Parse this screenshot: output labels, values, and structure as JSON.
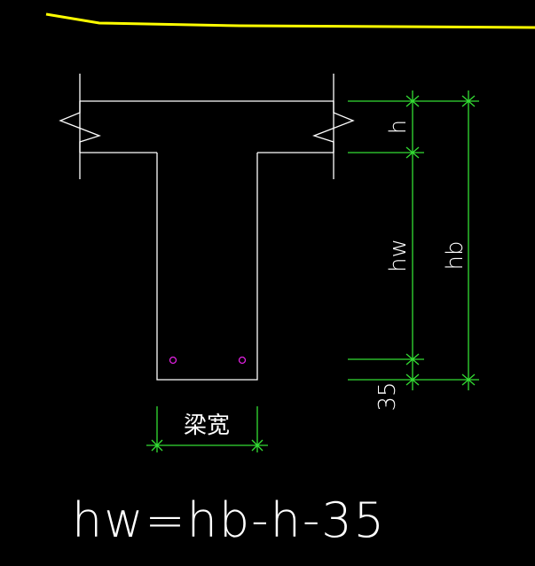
{
  "labels": {
    "h": "h",
    "hw": "hw",
    "hb": "hb",
    "cover": "35",
    "beam_width": "梁宽",
    "formula": "hw=hb-h-35"
  },
  "colors": {
    "background": "#000000",
    "section_outline": "#ffffff",
    "dimension": "#33dd33",
    "rebar": "#e020e0",
    "top_line": "#ffff00",
    "text": "#ffffff"
  }
}
